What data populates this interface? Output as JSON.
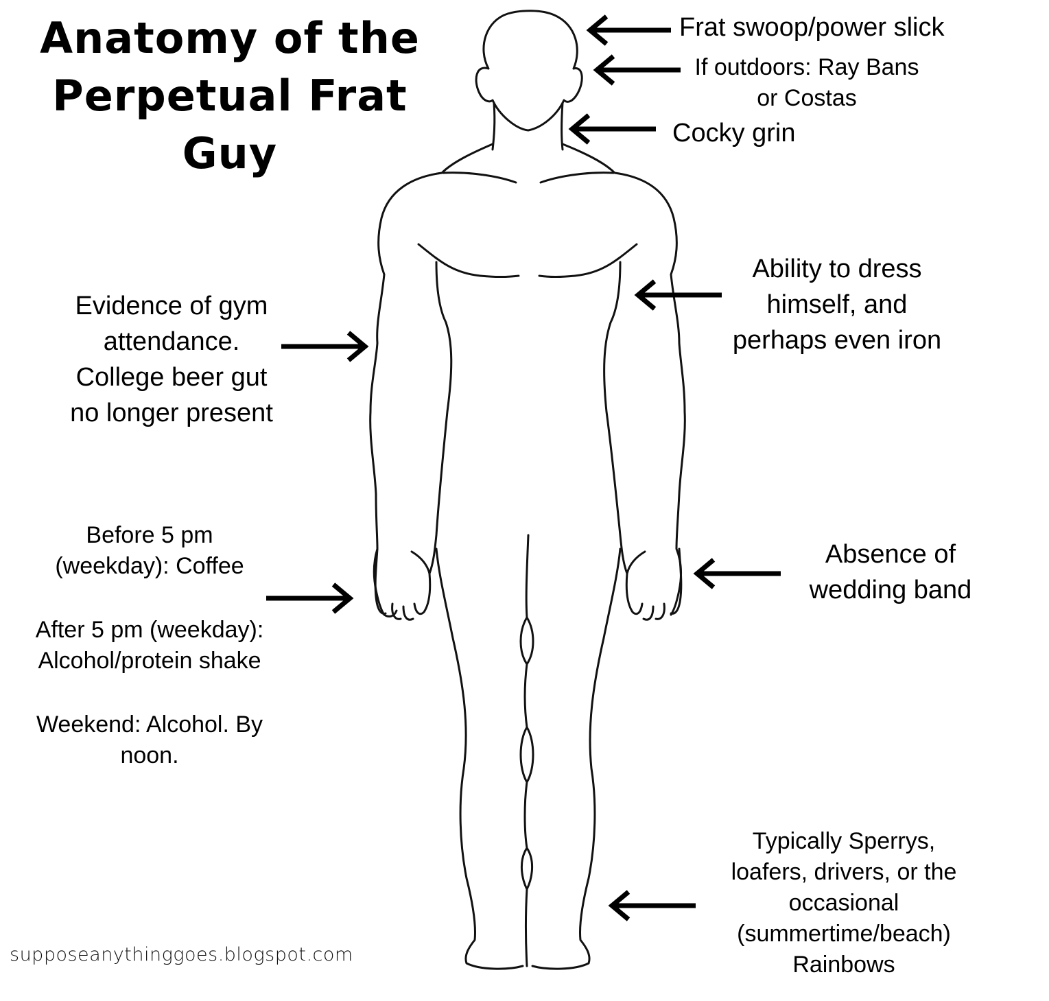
{
  "title": {
    "line1": "Anatomy of the",
    "line2": "Perpetual Frat",
    "line3": "Guy"
  },
  "labels": {
    "hair": "Frat swoop/power slick",
    "eyes_line1": "If outdoors: Ray Bans",
    "eyes_line2": "or Costas",
    "mouth": "Cocky grin",
    "dress_line1": "Ability to dress",
    "dress_line2": "himself, and",
    "dress_line3": "perhaps even iron",
    "gym_line1": "Evidence of gym",
    "gym_line2": "attendance.",
    "gym_line3": "College beer gut",
    "gym_line4": "no longer present",
    "drink_before_line1": "Before 5 pm",
    "drink_before_line2": "(weekday): Coffee",
    "drink_after_line1": "After 5 pm (weekday):",
    "drink_after_line2": "Alcohol/protein shake",
    "drink_weekend_line1": "Weekend: Alcohol. By",
    "drink_weekend_line2": "noon.",
    "band_line1": "Absence of",
    "band_line2": "wedding band",
    "shoes_line1": "Typically Sperrys,",
    "shoes_line2": "loafers, drivers, or the",
    "shoes_line3": "occasional",
    "shoes_line4": "(summertime/beach)",
    "shoes_line5": "Rainbows"
  },
  "watermark": "supposeanythinggoes.blogspot.com"
}
